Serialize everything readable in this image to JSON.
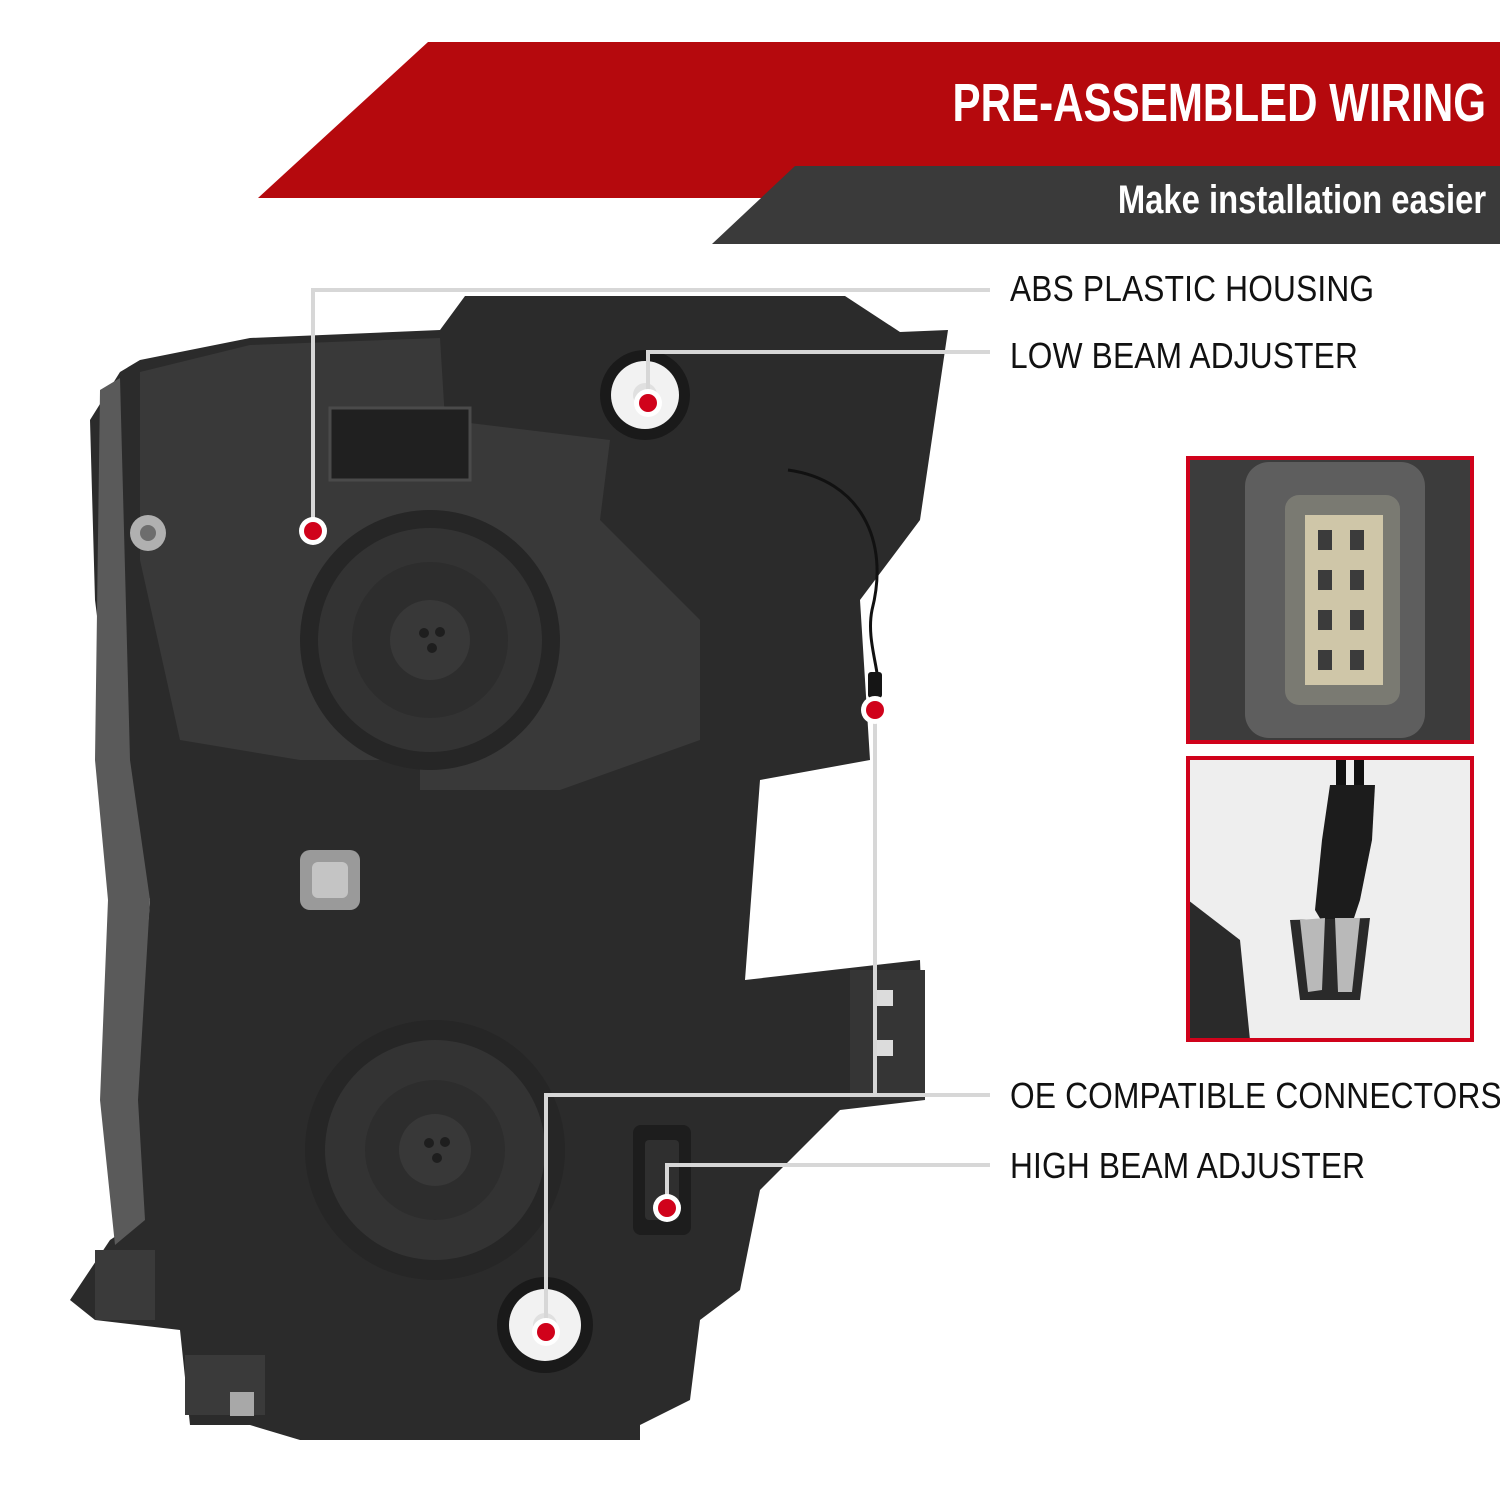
{
  "banner": {
    "title": "PRE-ASSEMBLED WIRING",
    "subtitle": "Make installation easier",
    "title_color": "#b5090d",
    "subtitle_color": "#3a3a3a"
  },
  "callouts": [
    {
      "label": "ABS PLASTIC HOUSING"
    },
    {
      "label": "LOW BEAM ADJUSTER"
    },
    {
      "label": "OE COMPATIBLE CONNECTORS"
    },
    {
      "label": "HIGH BEAM ADJUSTER"
    }
  ],
  "colors": {
    "accent": "#d0021b",
    "leader_line": "#d7d7d7",
    "housing": "#2a2a2a",
    "inset_border": "#d0021b"
  },
  "insets": [
    {
      "subject": "headlight connector closeup"
    },
    {
      "subject": "bulb socket adapter closeup"
    }
  ]
}
